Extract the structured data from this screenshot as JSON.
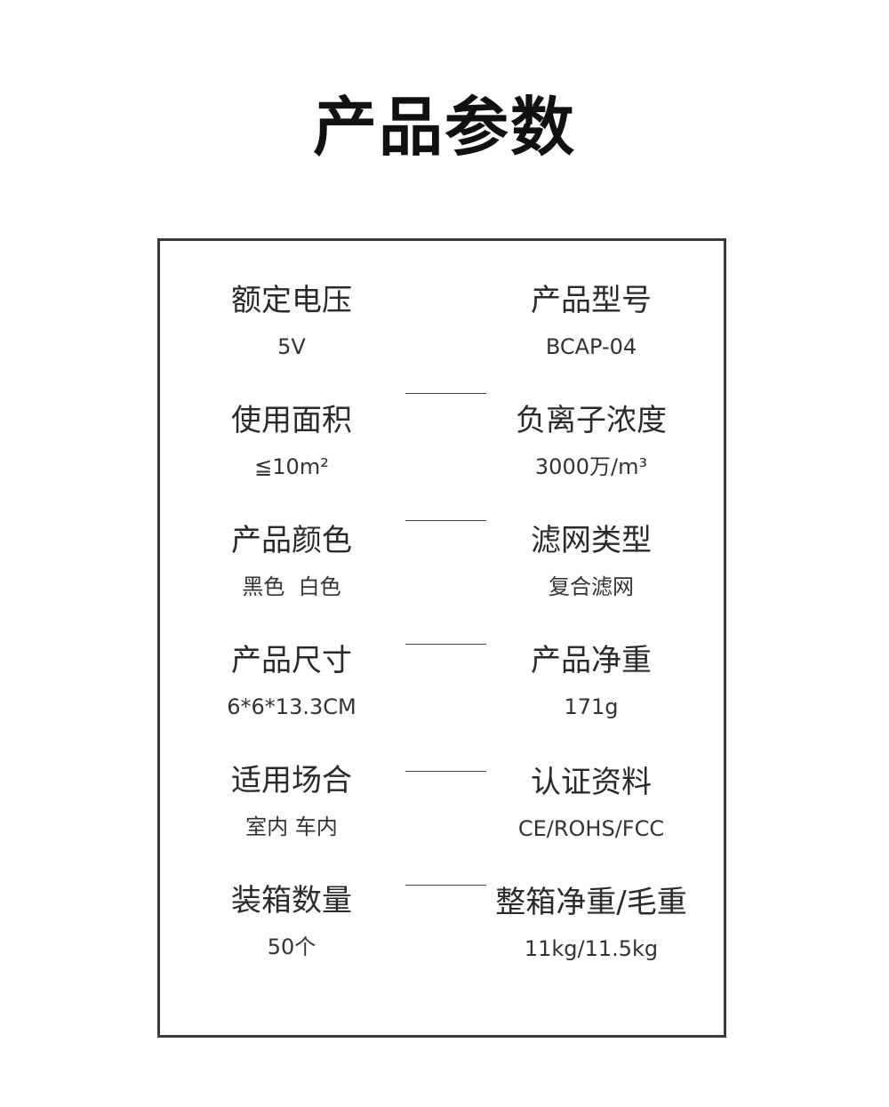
{
  "title": "产品参数",
  "specs": {
    "rows": [
      {
        "left": {
          "label": "额定电压",
          "value": "5V"
        },
        "right": {
          "label": "产品型号",
          "value": "BCAP-04"
        }
      },
      {
        "left": {
          "label": "使用面积",
          "value": "≦10m²"
        },
        "right": {
          "label": "负离子浓度",
          "value": "3000万/m³"
        }
      },
      {
        "left": {
          "label": "产品颜色",
          "value": "黑色  白色"
        },
        "right": {
          "label": "滤网类型",
          "value": "复合滤网"
        }
      },
      {
        "left": {
          "label": "产品尺寸",
          "value": "6*6*13.3CM"
        },
        "right": {
          "label": "产品净重",
          "value": "171g"
        }
      },
      {
        "left": {
          "label": "适用场合",
          "value": "室内 车内"
        },
        "right": {
          "label": "认证资料",
          "value": "CE/ROHS/FCC"
        }
      },
      {
        "left": {
          "label": "装箱数量",
          "value": "50个"
        },
        "right": {
          "label": "整箱净重/毛重",
          "value": "11kg/11.5kg"
        }
      }
    ]
  }
}
